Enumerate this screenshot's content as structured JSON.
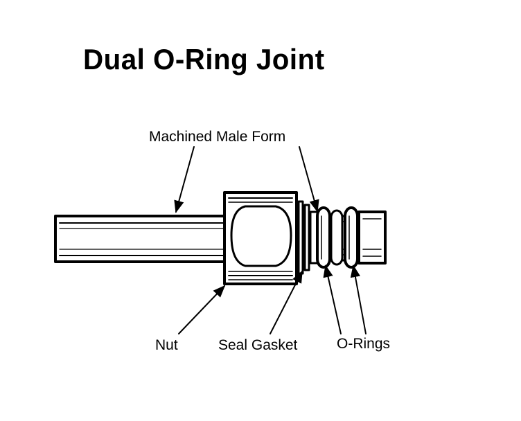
{
  "diagram": {
    "title": "Dual O-Ring Joint",
    "labels": {
      "machined_male_form": "Machined Male Form",
      "nut": "Nut",
      "seal_gasket": "Seal Gasket",
      "o_rings": "O-Rings"
    }
  },
  "colors": {
    "ink": "#000000",
    "paper": "#ffffff"
  }
}
